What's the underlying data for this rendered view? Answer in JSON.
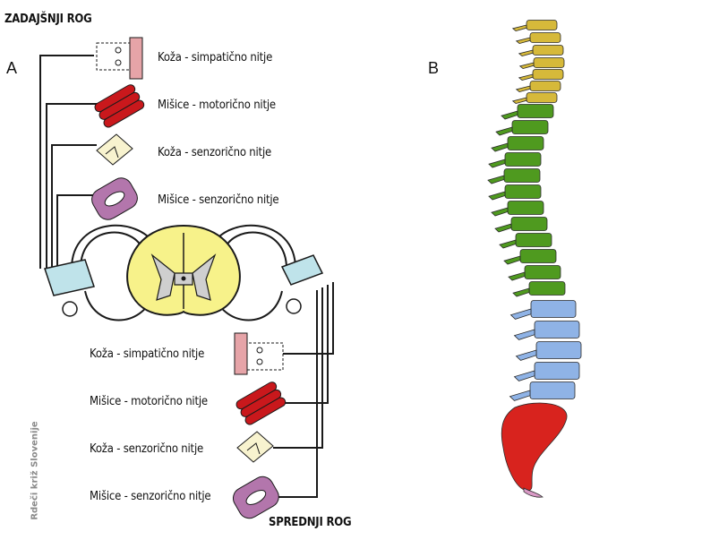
{
  "panel_a": {
    "letter": "A",
    "top_title": "ZADAJŠNJI ROG",
    "bottom_title": "SPREDNJI ROG",
    "top_items": [
      "Koža - simpatično nitje",
      "Mišice - motorično nitje",
      "Koža - senzorično nitje",
      "Mišice - senzorično nitje"
    ],
    "bottom_items": [
      "Koža - simpatično nitje",
      "Mišice - motorično nitje",
      "Koža - senzorično nitje",
      "Mišice - senzorično nitje"
    ],
    "watermark": "Rdeči križ Slovenije"
  },
  "panel_b": {
    "letter": "B",
    "region_colors": {
      "cervical": "#d6b93a",
      "thoracic": "#4f9a1f",
      "lumbar": "#8fb3e6",
      "sacral": "#d8231e",
      "coccyx": "#d99ac6"
    }
  }
}
